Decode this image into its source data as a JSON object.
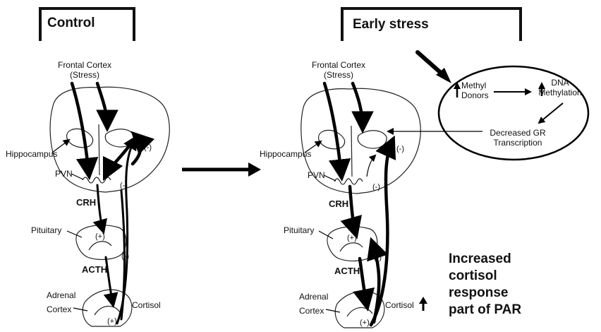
{
  "panels": {
    "control": {
      "header": "Control",
      "frontal_cortex": "Frontal Cortex",
      "frontal_cortex_sub": "(Stress)",
      "hippocampus": "Hippocampus",
      "pvn": "PVN",
      "crh": "CRH",
      "pituitary": "Pituitary",
      "acth": "ACTH",
      "adrenal": "Adrenal",
      "cortex": "Cortex",
      "cortisol": "Cortisol",
      "neg_1": "(-)",
      "neg_2": "(-)",
      "neg_3": "(-)",
      "pos_1": "(+)",
      "pos_2": "(+)"
    },
    "early_stress": {
      "header": "Early stress",
      "frontal_cortex": "Frontal Cortex",
      "frontal_cortex_sub": "(Stress)",
      "hippocampus": "Hippocampus",
      "pvn": "PVN",
      "crh": "CRH",
      "pituitary": "Pituitary",
      "acth": "ACTH",
      "adrenal": "Adrenal",
      "cortex": "Cortex",
      "cortisol": "Cortisol",
      "neg_1": "(-)",
      "neg_2": "(-)",
      "neg_3": "(-)",
      "pos_1": "(+)",
      "pos_2": "(+)"
    }
  },
  "mechanism": {
    "methyl_donors_1": "Methyl",
    "methyl_donors_2": "Donors",
    "dna_1": "DNA",
    "dna_2": "Methylation",
    "gr_1": "Decreased GR",
    "gr_2": "Transcription"
  },
  "outcome": {
    "line1": "Increased",
    "line2": "cortisol",
    "line3": "response",
    "line4": "part of PAR"
  }
}
